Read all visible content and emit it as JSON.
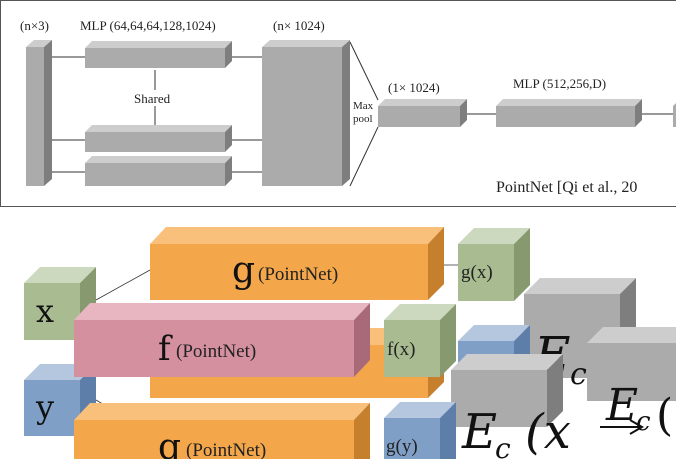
{
  "top_panel": {
    "input_shape": "(n×3)",
    "mlp1_label": "MLP (64,64,64,128,1024)",
    "shared_label": "Shared",
    "feature_shape": "(n× 1024)",
    "maxpool_line1": "Max",
    "maxpool_line2": "pool",
    "global_shape": "(1× 1024)",
    "mlp2_label": "MLP (512,256,D)",
    "citation": "PointNet [Qi et al., 20"
  },
  "bottom_panel": {
    "cube_x": "x",
    "cube_y": "y",
    "g_top": "g",
    "g_top_sub": "(PointNet)",
    "f_mid": "f",
    "f_mid_sub": "(PointNet)",
    "g_bottom": "g",
    "g_bottom_sub": "(PointNet)",
    "gx": "g(x)",
    "fx": "f(x)",
    "gy": "g(y)",
    "ec_top": "E",
    "ec_sub": "c",
    "ec_bottom": "E",
    "ec_paren_x": "(x",
    "ec_arrow": "E",
    "ec_arrow_sub": "c"
  },
  "colors": {
    "gray_front": "#ababab",
    "gray_top": "#cdcdcd",
    "gray_side": "#7e7e7e",
    "orange_front": "#f3a64a",
    "pink_front": "#d4909f",
    "green_front": "#a9bc91",
    "blue_front": "#7f9fc6"
  }
}
